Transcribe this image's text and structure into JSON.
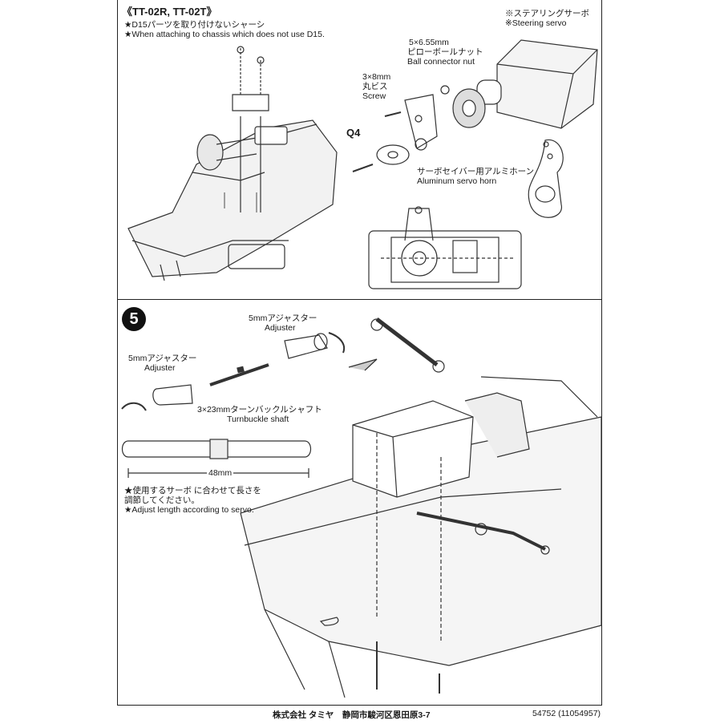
{
  "top_section": {
    "title": "《TT-02R, TT-02T》",
    "note_jp": "★D15パーツを取り付けないシャーシ",
    "note_en": "★When attaching to chassis which does not use D15.",
    "steering_servo_jp": "※ステアリングサーボ",
    "steering_servo_en": "※Steering servo",
    "ball_nut_size": "5×6.55mm",
    "ball_nut_jp": "ピローボールナット",
    "ball_nut_en": "Ball connector nut",
    "screw_size": "3×8mm",
    "screw_jp": "丸ビス",
    "screw_en": "Screw",
    "q4_label": "Q4",
    "horn_jp": "サーボセイバー用アルミホーン",
    "horn_en": "Aluminum servo horn"
  },
  "step5": {
    "number": "5",
    "adjuster_top_jp": "5mmアジャスター",
    "adjuster_top_en": "Adjuster",
    "adjuster_left_jp": "5mmアジャスター",
    "adjuster_left_en": "Adjuster",
    "shaft_jp": "3×23mmターンバックルシャフト",
    "shaft_en": "Turnbuckle shaft",
    "length_label": "48mm",
    "note1_jp": "★使用するサーボ に合わせて長さを",
    "note2_jp": "調節してください。",
    "note_en": "★Adjust length according to servo."
  },
  "footer": {
    "company": "株式会社 タミヤ　静岡市駿河区恩田原3-7",
    "code": "54752 (11054957)"
  }
}
